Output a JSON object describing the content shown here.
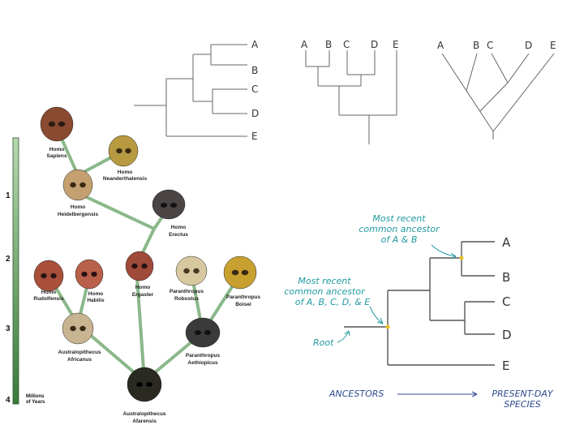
{
  "tree1": {
    "leaves": [
      "A",
      "B",
      "C",
      "D",
      "E"
    ]
  },
  "tree2": {
    "leaves": [
      "A",
      "B",
      "C",
      "D",
      "E"
    ]
  },
  "tree3": {
    "leaves": [
      "A",
      "B",
      "C",
      "D",
      "E"
    ]
  },
  "tree4": {
    "leaves": [
      "A",
      "B",
      "C",
      "D",
      "E"
    ],
    "annotation_ab": [
      "Most recent",
      "common ancestor",
      "of A & B"
    ],
    "annotation_all": [
      "Most recent",
      "common ancestor",
      "of A, B, C, D, & E"
    ],
    "root_label": "Root",
    "ancestors_label": "ANCESTORS",
    "present_label": [
      "PRESENT-DAY",
      "SPECIES"
    ]
  },
  "hominin": {
    "scale_ticks": [
      "1",
      "2",
      "3",
      "4"
    ],
    "scale_unit": [
      "Millions",
      "of Years"
    ],
    "species": [
      {
        "id": "sapiens",
        "name": [
          "Homo",
          "Sapiens"
        ],
        "color": "#8a4a30"
      },
      {
        "id": "neanderthalensis",
        "name": [
          "Homo",
          "Neanderthalensis"
        ],
        "color": "#b89a40"
      },
      {
        "id": "heidelbergensis",
        "name": [
          "Homo",
          "Heidelbergensis"
        ],
        "color": "#c4a070"
      },
      {
        "id": "erectus",
        "name": [
          "Homo",
          "Erectus"
        ],
        "color": "#4a4444"
      },
      {
        "id": "rudolfensis",
        "name": [
          "Homo",
          "Rudolfensis"
        ],
        "color": "#a8503a"
      },
      {
        "id": "habilis",
        "name": [
          "Homo",
          "Habilis"
        ],
        "color": "#b8604a"
      },
      {
        "id": "ergaster",
        "name": [
          "Homo",
          "Ergaster"
        ],
        "color": "#a04a3a"
      },
      {
        "id": "robustus",
        "name": [
          "Paranthropus",
          "Robustus"
        ],
        "color": "#d8c8a0"
      },
      {
        "id": "boisei",
        "name": [
          "Paranthropus",
          "Boisei"
        ],
        "color": "#c8a030"
      },
      {
        "id": "africanus",
        "name": [
          "Australopithecus",
          "Africanus"
        ],
        "color": "#c8b490"
      },
      {
        "id": "aethiopicus",
        "name": [
          "Paranthropus",
          "Aethiopicus"
        ],
        "color": "#3a3a3a"
      },
      {
        "id": "afarensis",
        "name": [
          "Australopithecus",
          "Afarensis"
        ],
        "color": "#2a2a22"
      }
    ]
  }
}
